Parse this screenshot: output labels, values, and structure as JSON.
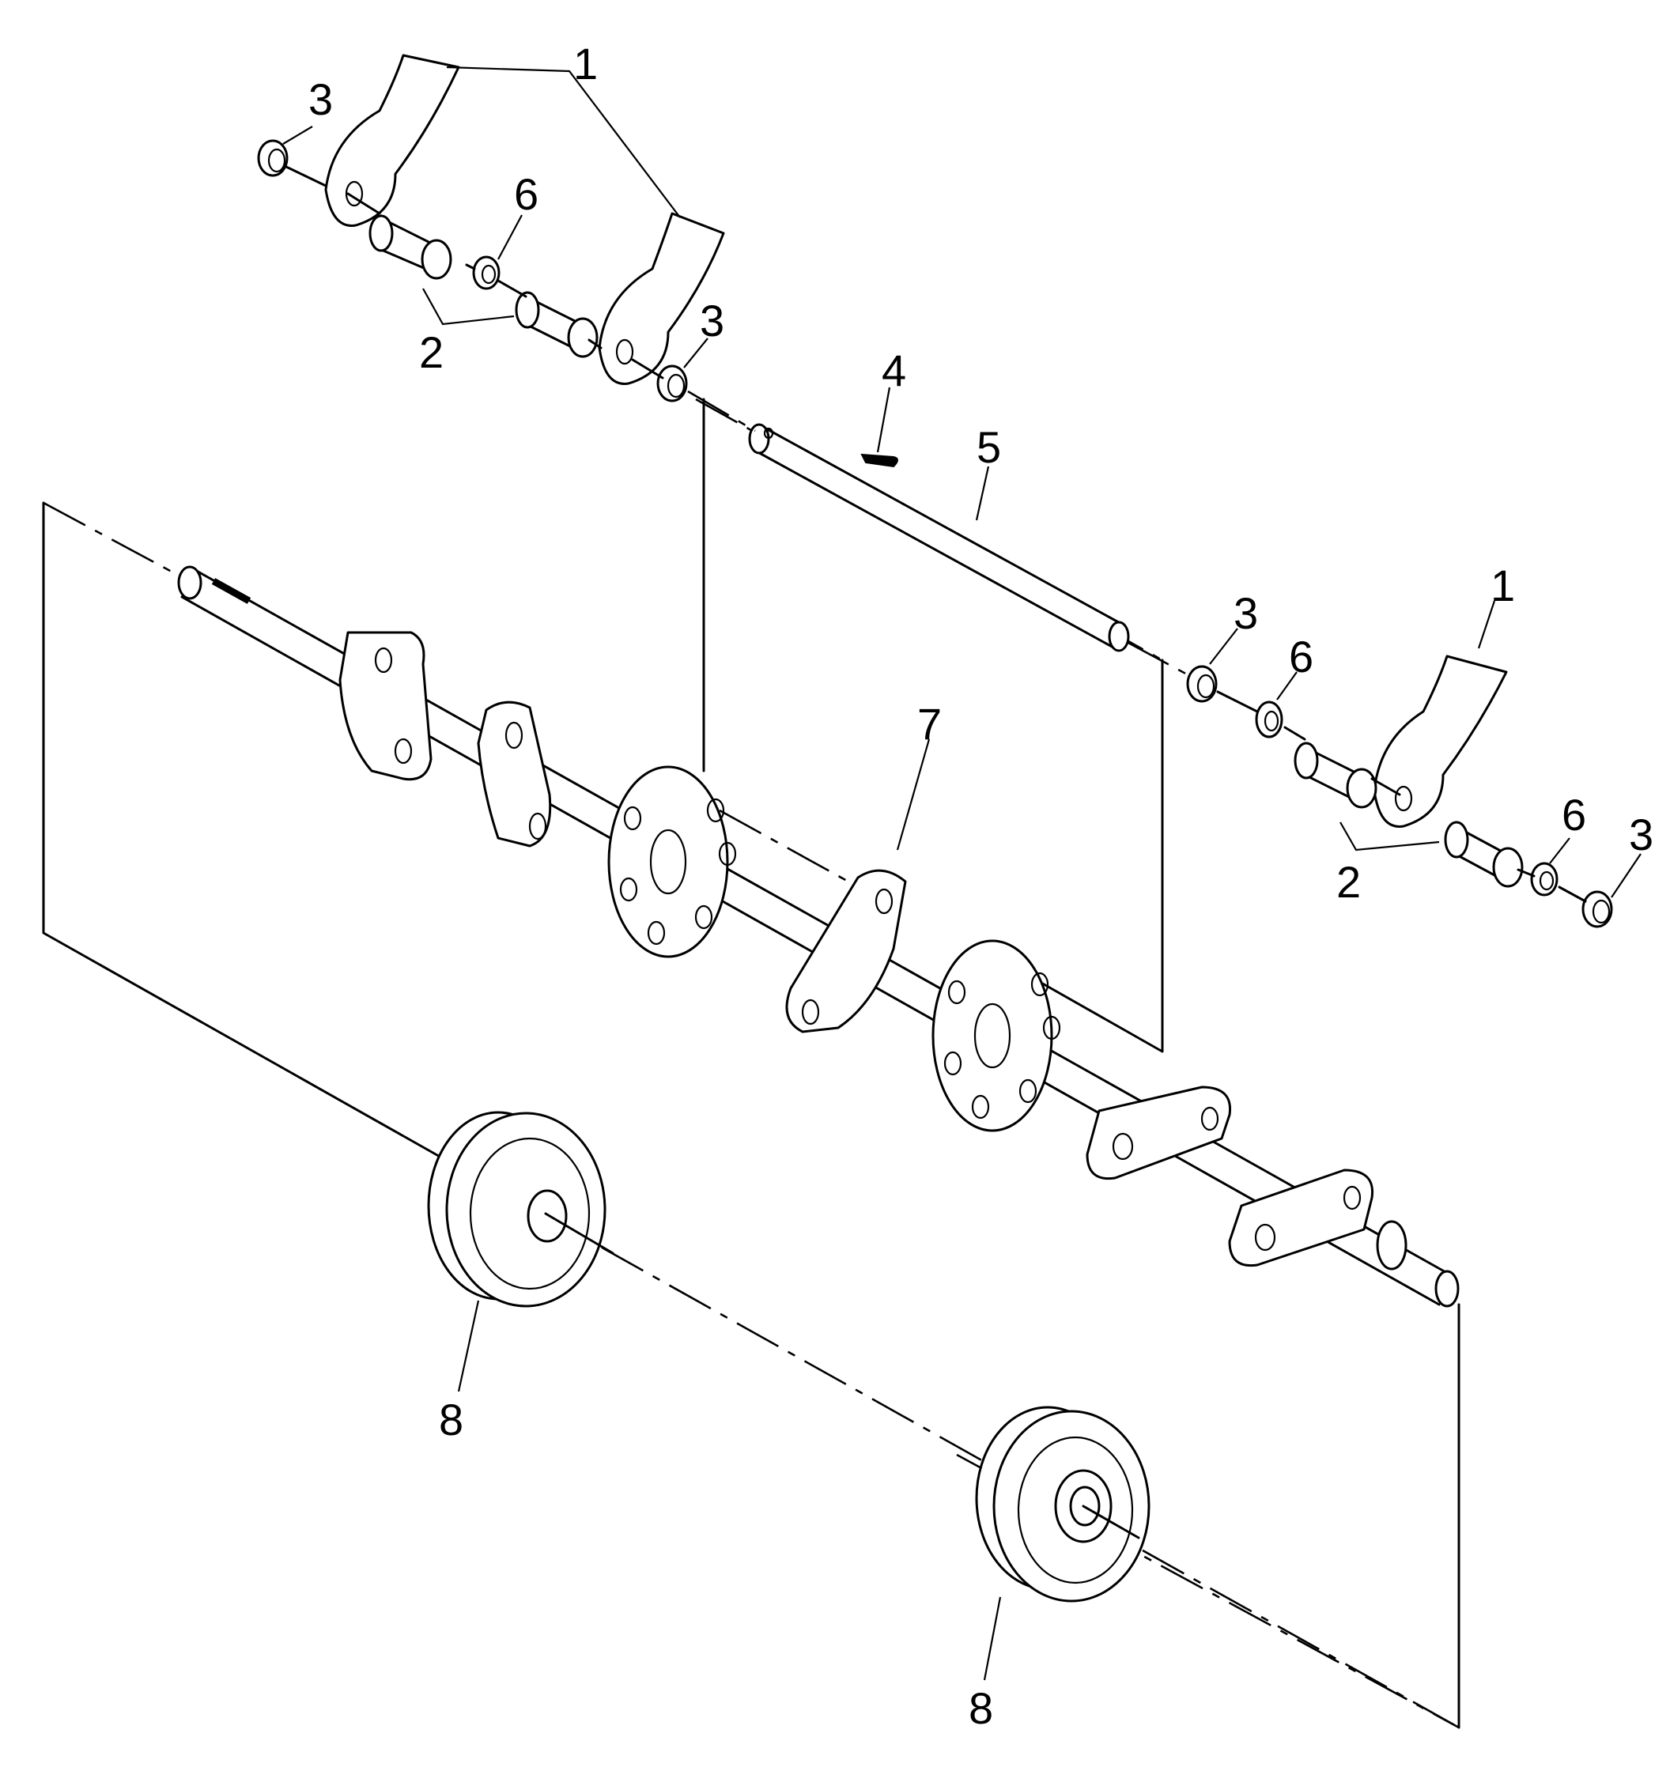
{
  "callouts": {
    "c1a": "1",
    "c1b": "1",
    "c2a": "2",
    "c2b": "2",
    "c3a": "3",
    "c3b": "3",
    "c3c": "3",
    "c3d": "3",
    "c4": "4",
    "c5": "5",
    "c6a": "6",
    "c6b": "6",
    "c6c": "6",
    "c7": "7",
    "c8a": "8",
    "c8b": "8"
  }
}
